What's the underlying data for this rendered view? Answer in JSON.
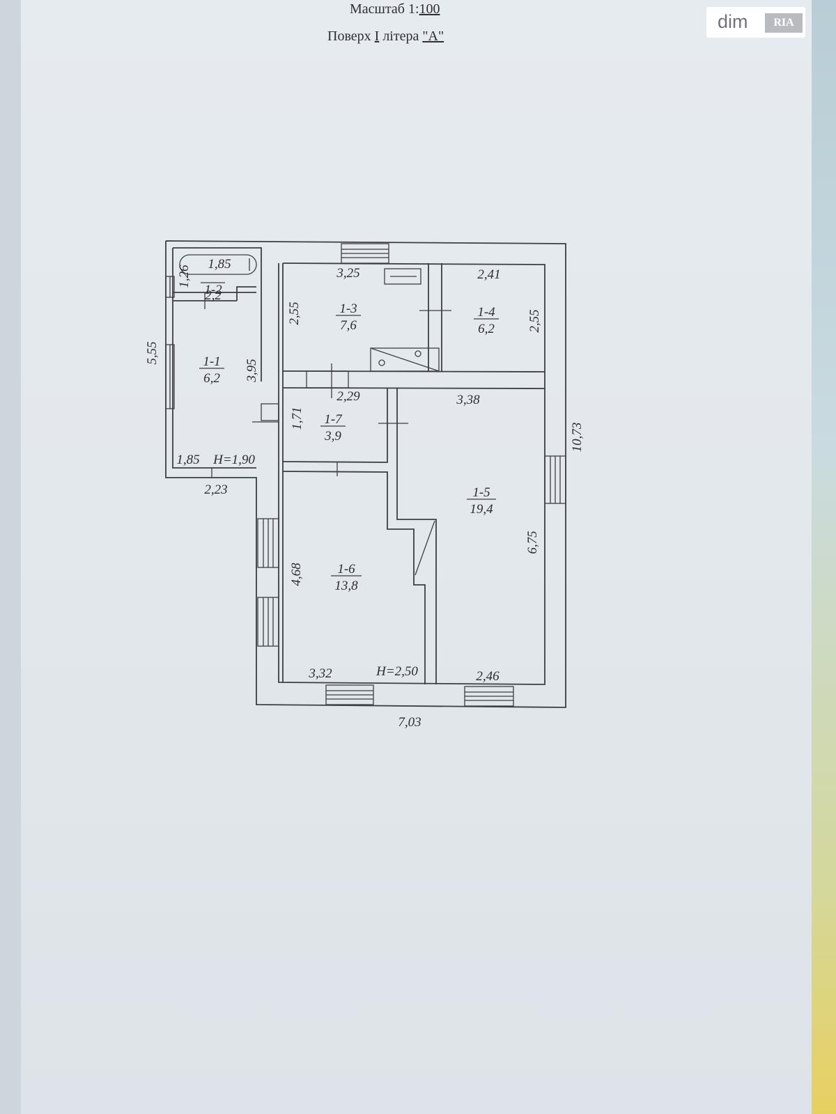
{
  "header": {
    "scale_label": "Масштаб 1:",
    "scale_value": "100",
    "floor_label": "Поверх ",
    "floor_value": "I",
    "letter_label": " літера ",
    "letter_value": "\"А\""
  },
  "logo": {
    "text": "dim",
    "badge": "RIA"
  },
  "plan": {
    "rooms": [
      {
        "id": "1-1",
        "area": "6,2"
      },
      {
        "id": "1-2",
        "area": "2,2"
      },
      {
        "id": "1-3",
        "area": "7,6"
      },
      {
        "id": "1-4",
        "area": "6,2"
      },
      {
        "id": "1-5",
        "area": "19,4"
      },
      {
        "id": "1-6",
        "area": "13,8"
      },
      {
        "id": "1-7",
        "area": "3,9"
      }
    ],
    "dimensions": {
      "d_185_top": "1,85",
      "d_126": "1,26",
      "d_555": "5,55",
      "d_395": "3,95",
      "d_185_bottom": "1,85",
      "h_190": "H=1,90",
      "d_223": "2,23",
      "d_325": "3,25",
      "d_241": "2,41",
      "d_255_left": "2,55",
      "d_255_right": "2,55",
      "d_229": "2,29",
      "d_338": "3,38",
      "d_171": "1,71",
      "d_1073": "10,73",
      "d_675": "6,75",
      "d_468": "4,68",
      "d_332": "3,32",
      "h_250": "H=2,50",
      "d_246": "2,46",
      "d_703": "7,03"
    }
  }
}
